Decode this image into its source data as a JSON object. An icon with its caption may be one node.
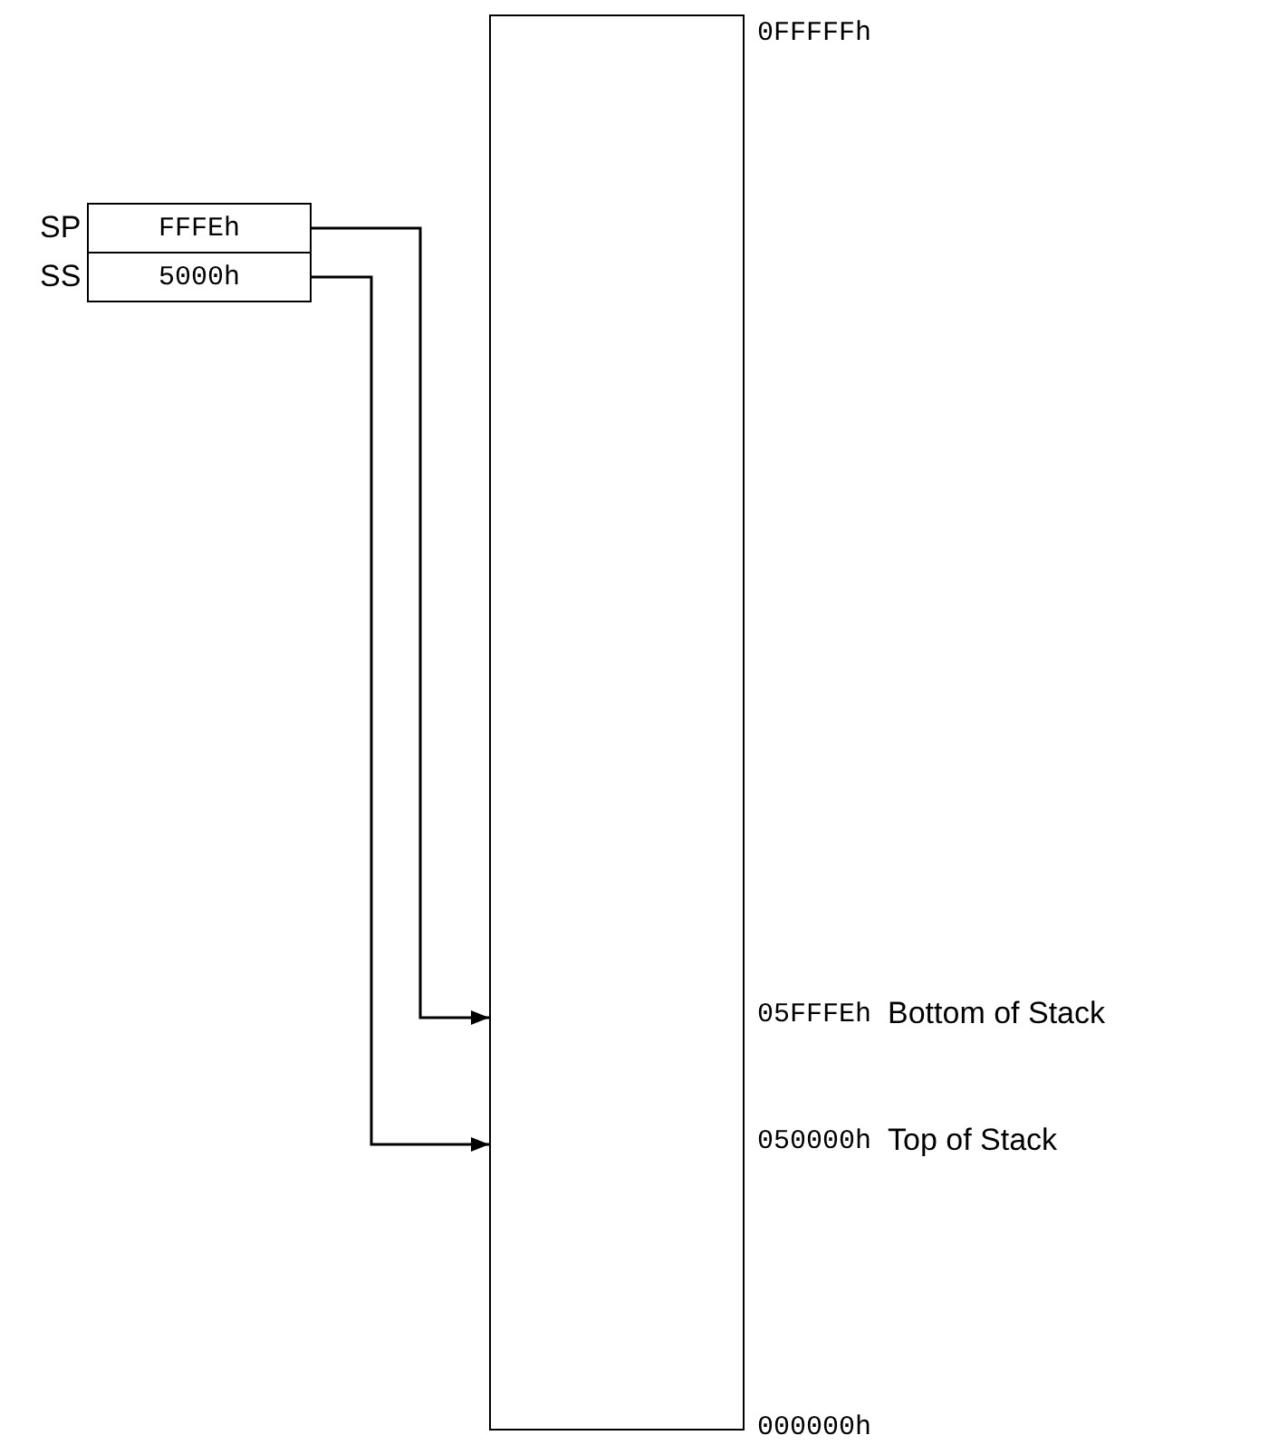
{
  "diagram": {
    "nodes": [
      {
        "text": [
          "FFFEh"
        ],
        "beside": [
          "SP"
        ]
      },
      {
        "text": [
          "5000h"
        ],
        "beside": [
          "SS"
        ]
      },
      {
        "text": [],
        "shape": "box"
      }
    ],
    "edges": [
      {
        "from": 0,
        "to": 2,
        "arrow": "to"
      },
      {
        "from": 1,
        "to": 2,
        "arrow": "to"
      }
    ],
    "labels": [
      "0FFFFFh",
      "05FFFEh",
      "Bottom of Stack",
      "050000h",
      "Top of Stack",
      "000000h"
    ]
  }
}
